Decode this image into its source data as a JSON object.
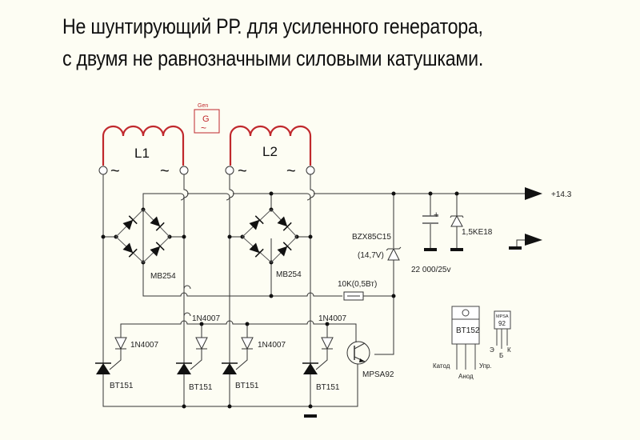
{
  "title": {
    "line1": "Не шунтирующий РР. для усиленного генератора,",
    "line2": "с двумя не равнозначными силовыми катушками."
  },
  "generator": {
    "caption": "Gen",
    "symbol": "G",
    "wave": "~"
  },
  "coils": [
    {
      "label": "L1",
      "terminal_left": "~",
      "terminal_right": "~"
    },
    {
      "label": "L2",
      "terminal_left": "~",
      "terminal_right": "~"
    }
  ],
  "bridges": [
    {
      "label": "MB254"
    },
    {
      "label": "MB254"
    }
  ],
  "zener": {
    "part": "BZX85C15",
    "voltage": "(14,7V)"
  },
  "resistor": {
    "label": "10K(0,5Вт)"
  },
  "capacitor": {
    "label": "22 000/25v",
    "polarity": "+"
  },
  "tvs": {
    "label": "1,5KE18"
  },
  "output": {
    "label": "+14.3"
  },
  "diodes": [
    {
      "label": "1N4007"
    },
    {
      "label": "1N4007"
    },
    {
      "label": "1N4007"
    },
    {
      "label": "1N4007"
    }
  ],
  "thyristors": [
    {
      "label": "BT151"
    },
    {
      "label": "BT151"
    },
    {
      "label": "BT151"
    },
    {
      "label": "BT151"
    }
  ],
  "transistor": {
    "label": "MPSA92"
  },
  "pinout_bt152": {
    "name": "BT152",
    "pins": [
      "Катод",
      "Анод",
      "Упр."
    ]
  },
  "pinout_mpsa92": {
    "name_line1": "MPSA",
    "name_line2": "92",
    "pins": [
      "Э",
      "Б",
      "К"
    ]
  },
  "colors": {
    "coil": "#c0282c",
    "wire": "#333333",
    "background": "#fdfdf3"
  }
}
